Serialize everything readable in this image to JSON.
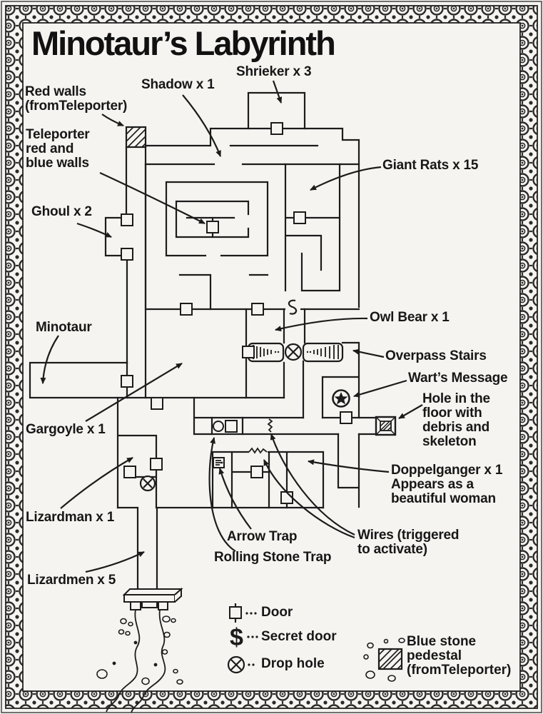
{
  "title": "Minotaur’s Labyrinth",
  "map_labels": {
    "shrieker": "Shrieker x 3",
    "shadow": "Shadow x 1",
    "red_walls": "Red walls\n(fromTeleporter)",
    "teleporter": "Teleporter\nred and\nblue walls",
    "giant_rats": "Giant Rats x 15",
    "ghoul": "Ghoul x 2",
    "minotaur": "Minotaur",
    "owl_bear": "Owl Bear x 1",
    "overpass_stairs": "Overpass Stairs",
    "warts_message": "Wart’s Message",
    "hole_in_floor": "Hole in the\nfloor with\ndebris and\nskeleton",
    "gargoyle": "Gargoyle x 1",
    "lizardman": "Lizardman x 1",
    "arrow_trap": "Arrow Trap",
    "rolling_stone_trap": "Rolling Stone Trap",
    "wires": "Wires (triggered\nto activate)",
    "doppelganger": "Doppelganger x 1\nAppears as a\nbeautiful woman",
    "lizardmen": "Lizardmen x 5"
  },
  "legend": {
    "door": "Door",
    "secret_door": "Secret door",
    "secret_door_symbol": "$",
    "drop_hole": "Drop hole",
    "blue_stone": "Blue stone\npedestal\n(fromTeleporter)"
  },
  "colors": {
    "ink": "#1c1c1c",
    "paper": "#f5f4f0",
    "border_ink": "#2a2a2a"
  }
}
